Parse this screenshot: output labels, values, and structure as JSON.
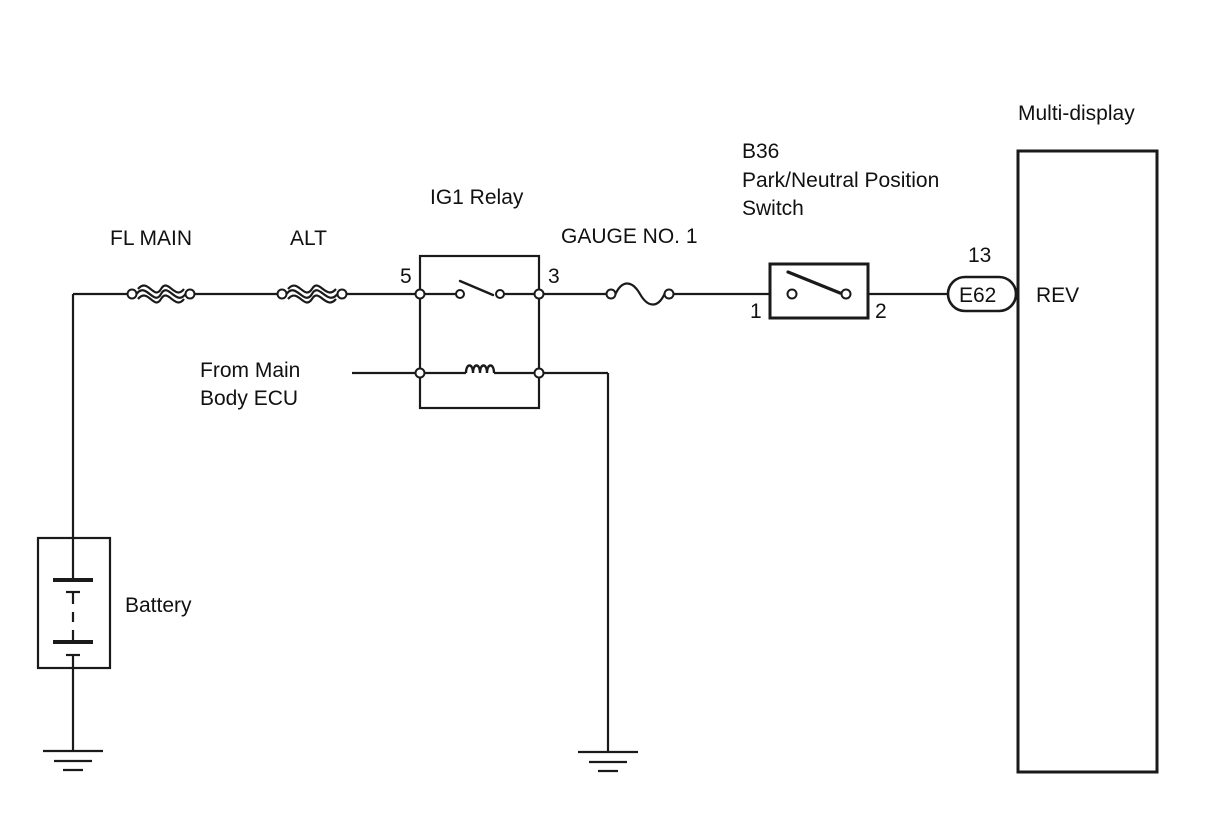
{
  "diagram": {
    "components": {
      "fl_main": "FL MAIN",
      "alt": "ALT",
      "ig1_relay": "IG1 Relay",
      "gauge_no1": "GAUGE NO. 1",
      "pnp_switch_code": "B36",
      "pnp_switch_line1": "Park/Neutral Position",
      "pnp_switch_line2": "Switch",
      "multi_display": "Multi-display",
      "battery": "Battery",
      "from_main_line1": "From Main",
      "from_main_line2": "Body ECU",
      "connector": "E62",
      "connector_pin": "13",
      "terminal_rev": "REV"
    },
    "pins": {
      "relay_left": "5",
      "relay_right": "3",
      "switch_left": "1",
      "switch_right": "2"
    }
  }
}
